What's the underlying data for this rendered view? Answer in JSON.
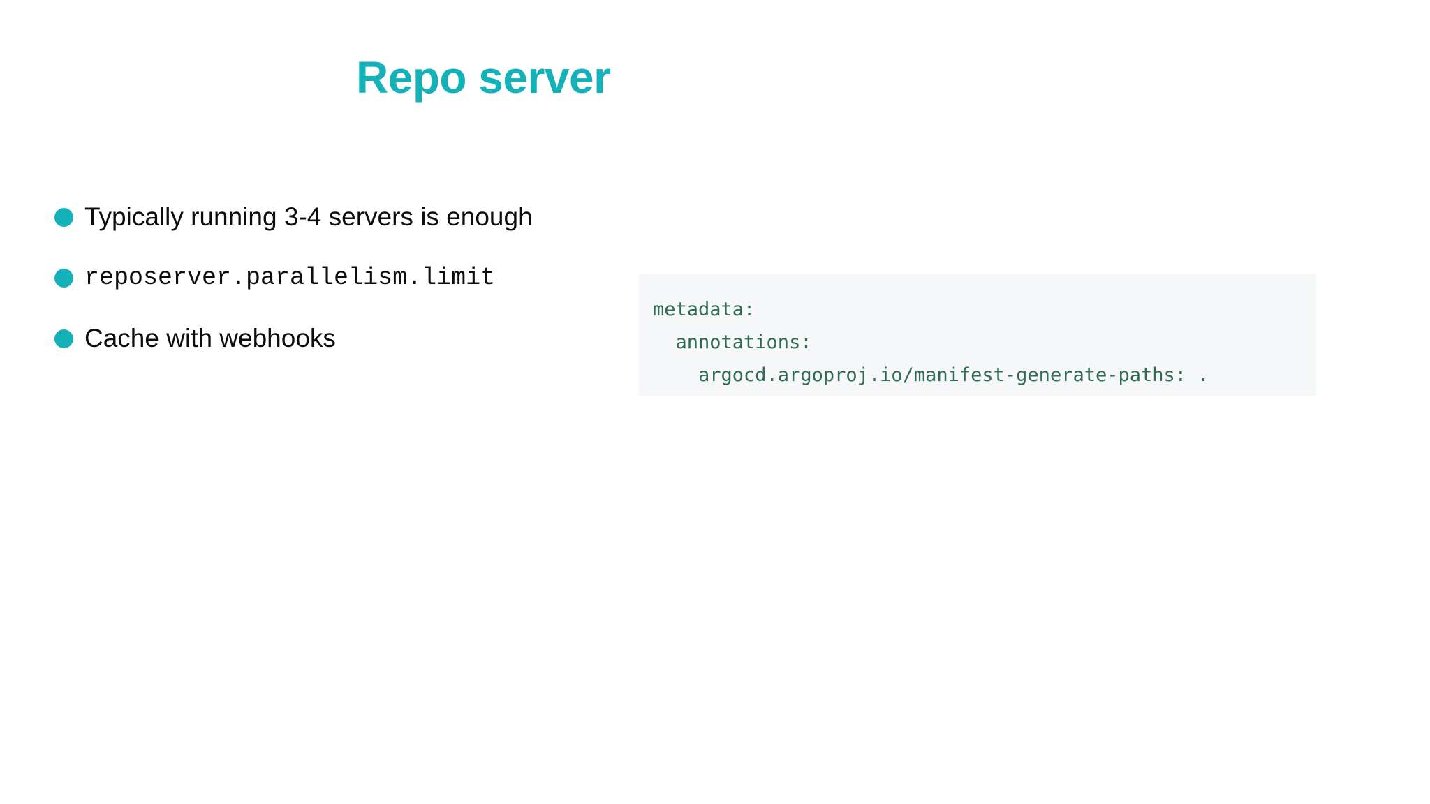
{
  "slide": {
    "title": "Repo server",
    "accent_color": "#14b2b8",
    "background_color": "#ffffff"
  },
  "bullets": [
    {
      "text": "Typically running 3-4 servers is enough",
      "style": "sans",
      "marker": "teal-dot"
    },
    {
      "text": "reposerver.parallelism.limit",
      "style": "mono",
      "marker": "teal-dot"
    },
    {
      "text": "Cache with webhooks",
      "style": "sans",
      "marker": "teal-dot"
    }
  ],
  "code_block": {
    "background_color": "#f6f7f9",
    "text_color": "#2f6b52",
    "language": "yaml",
    "lines": [
      "metadata:",
      "  annotations:",
      "    argocd.argoproj.io/manifest-generate-paths: ."
    ]
  }
}
